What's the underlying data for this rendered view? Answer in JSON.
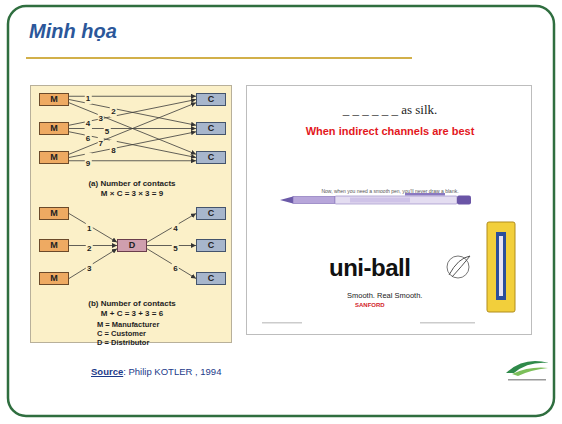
{
  "diagram": {
    "title": "Minh họa",
    "nodes": [
      {
        "text": [
          "(a) Number of contacts",
          "M × C = 3 × 3 = 9",
          "(b) Number of contacts",
          "M + C = 3 + 3 = 6",
          "M = Manufacturer",
          "C = Customer",
          "D = Distributor"
        ]
      },
      {
        "text": [
          "M"
        ],
        "in": 0
      },
      {
        "text": [
          "C"
        ],
        "in": 0
      },
      {
        "text": [
          "M"
        ],
        "in": 0
      },
      {
        "text": [
          "C"
        ],
        "in": 0
      },
      {
        "text": [
          "M"
        ],
        "in": 0
      },
      {
        "text": [
          "C"
        ],
        "in": 0
      },
      {
        "text": [
          "M"
        ],
        "in": 0
      },
      {
        "text": [
          "C"
        ],
        "in": 0
      },
      {
        "text": [
          "M"
        ],
        "in": 0
      },
      {
        "text": [
          "D"
        ],
        "in": 0
      },
      {
        "text": [
          "C"
        ],
        "in": 0
      },
      {
        "text": [
          "M"
        ],
        "in": 0
      },
      {
        "text": [
          "C"
        ],
        "in": 0
      },
      {
        "text": [
          "_ _ _ _ _ _ as silk.",
          "When indirect channels are best",
          "Now, when you need a smooth pen, you'll never draw a blank.",
          "uni-ball",
          "Smooth. Real Smooth.",
          "SANFORD"
        ]
      }
    ],
    "edges": [
      {
        "from": 1,
        "to": 2,
        "arrow": "to",
        "label": "1"
      },
      {
        "from": 1,
        "to": 4,
        "arrow": "to",
        "label": "2"
      },
      {
        "from": 1,
        "to": 6,
        "arrow": "to",
        "label": "3"
      },
      {
        "from": 3,
        "to": 2,
        "arrow": "to",
        "label": "4"
      },
      {
        "from": 3,
        "to": 4,
        "arrow": "to",
        "label": "5"
      },
      {
        "from": 3,
        "to": 6,
        "arrow": "to",
        "label": "6"
      },
      {
        "from": 5,
        "to": 2,
        "arrow": "to",
        "label": "7"
      },
      {
        "from": 5,
        "to": 4,
        "arrow": "to",
        "label": "8"
      },
      {
        "from": 5,
        "to": 6,
        "arrow": "to",
        "label": "9"
      },
      {
        "from": 7,
        "to": 10,
        "arrow": "to",
        "label": "1"
      },
      {
        "from": 9,
        "to": 10,
        "arrow": "to",
        "label": "2"
      },
      {
        "from": 12,
        "to": 10,
        "arrow": "to",
        "label": "3"
      },
      {
        "from": 10,
        "to": 8,
        "arrow": "to",
        "label": "4"
      },
      {
        "from": 10,
        "to": 11,
        "arrow": "to",
        "label": "5"
      },
      {
        "from": 10,
        "to": 13,
        "arrow": "to",
        "label": "6"
      }
    ],
    "labels": [
      "Source",
      ": Philip KOTLER , 1994"
    ]
  }
}
